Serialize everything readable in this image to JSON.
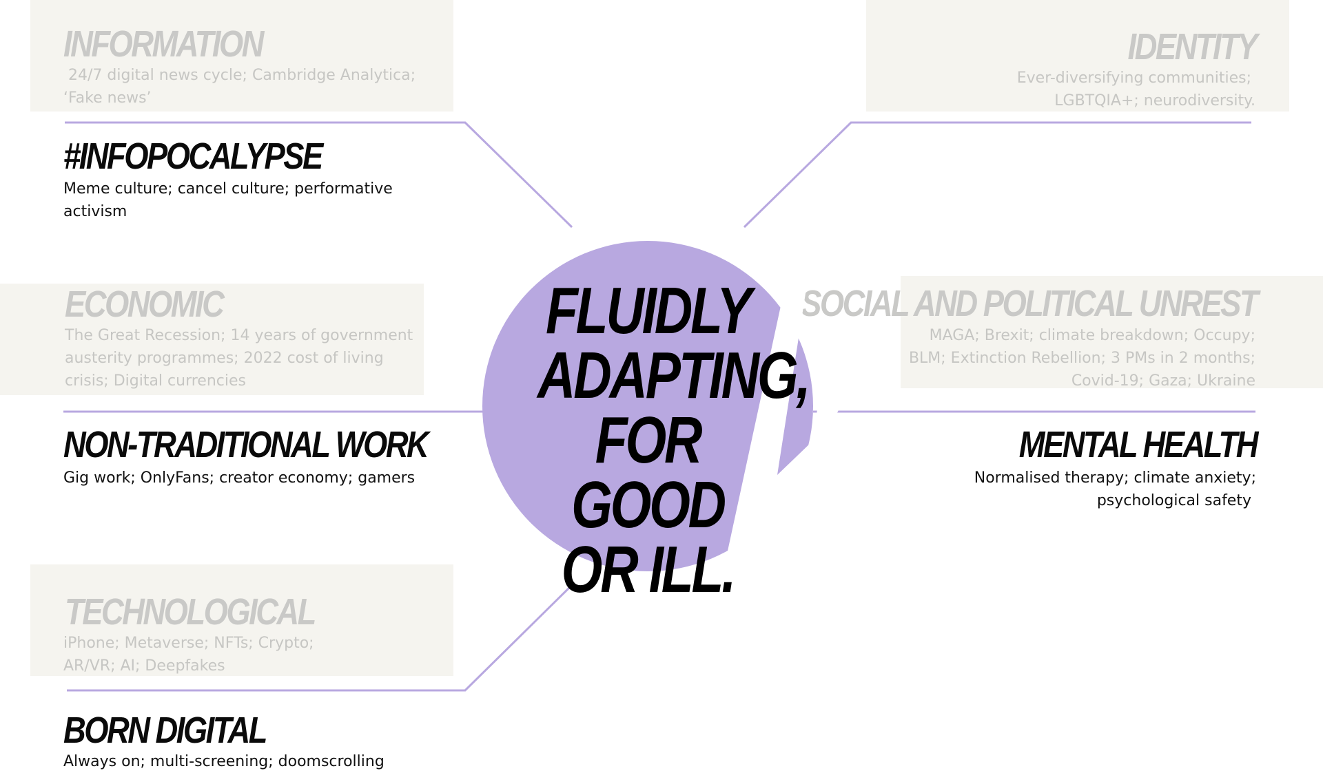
{
  "colors": {
    "accent": "#b8a8e0",
    "panel": "#f5f4ef",
    "dim_text": "#c9c9c7",
    "dark_text": "#0a0a0a"
  },
  "hub": {
    "lines": [
      "FLUIDLY",
      "ADAPTING,",
      "FOR GOOD",
      "OR ILL."
    ]
  },
  "information": {
    "title": "INFORMATION",
    "lines": [
      "24/7 digital news cycle; Cambridge Analytica;",
      "‘Fake news’"
    ]
  },
  "identity": {
    "title": "IDENTITY",
    "lines": [
      "Ever-diversifying communities;",
      "LGBTQIA+; neurodiversity."
    ]
  },
  "economic": {
    "title": "ECONOMIC",
    "lines": [
      "The Great Recession; 14 years of government",
      "austerity programmes; 2022 cost of living",
      "crisis; Digital currencies"
    ]
  },
  "social": {
    "title": "SOCIAL AND POLITICAL UNREST",
    "lines": [
      "MAGA; Brexit; climate breakdown; Occupy;",
      "BLM; Extinction Rebellion; 3 PMs in 2 months;",
      "Covid-19; Gaza; Ukraine"
    ]
  },
  "technological": {
    "title": "TECHNOLOGICAL",
    "lines": [
      "iPhone; Metaverse; NFTs; Crypto;",
      "AR/VR; AI; Deepfakes"
    ]
  },
  "infopocalypse": {
    "title": "#INFOPOCALYPSE",
    "lines": [
      "Meme culture; cancel culture; performative",
      "activism"
    ]
  },
  "non_traditional": {
    "title": "NON-TRADITIONAL WORK",
    "lines": [
      "Gig work; OnlyFans; creator economy; gamers"
    ]
  },
  "mental_health": {
    "title": "MENTAL HEALTH",
    "lines": [
      "Normalised therapy; climate anxiety;",
      "psychological safety"
    ]
  },
  "born_digital": {
    "title": "BORN DIGITAL",
    "lines": [
      "Always on; multi-screening; doomscrolling"
    ]
  }
}
